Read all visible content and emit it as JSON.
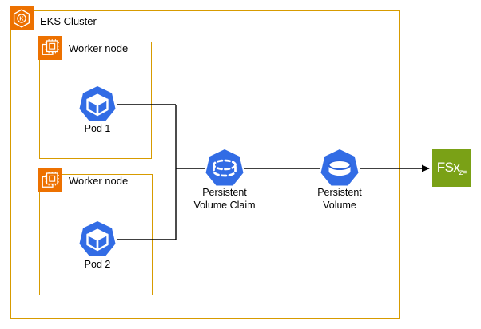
{
  "colors": {
    "aws_orange": "#ED7100",
    "border_orange": "#D79B00",
    "k8s_blue": "#326CE5",
    "fsx_green": "#7AA116",
    "line_black": "#000000"
  },
  "diagram": {
    "cluster": {
      "label": "EKS Cluster",
      "icon_letter": "K"
    },
    "worker_nodes": [
      {
        "label": "Worker node"
      },
      {
        "label": "Worker node"
      }
    ],
    "pods": [
      {
        "label": "Pod 1"
      },
      {
        "label": "Pod 2"
      }
    ],
    "pvc": {
      "label_line1": "Persistent",
      "label_line2": "Volume Claim"
    },
    "pv": {
      "label_line1": "Persistent",
      "label_line2": "Volume"
    },
    "fsx": {
      "label": "FSx",
      "sublabel": "z="
    }
  }
}
